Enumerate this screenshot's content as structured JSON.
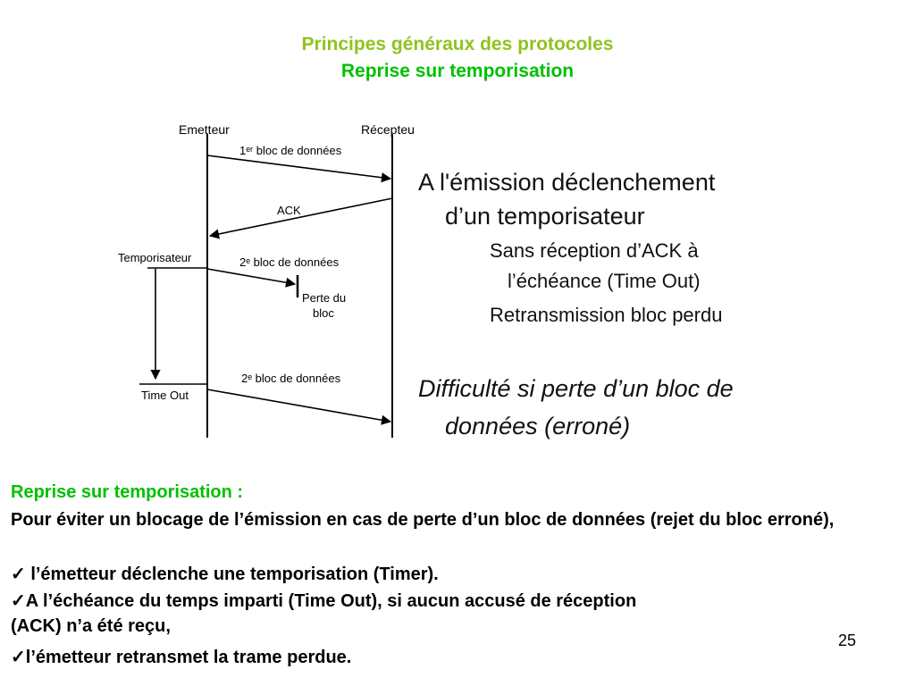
{
  "header": {
    "title": "Principes généraux des protocoles",
    "subtitle": "Reprise sur temporisation"
  },
  "diagram": {
    "emitter_label": "Emetteur",
    "receiver_label": "Récepteu",
    "msg1_label": "1ᵉʳ bloc de données",
    "ack_label": "ACK",
    "timer_label": "Temporisateur",
    "msg2_label": "2ᵉ bloc de données",
    "loss_line1": "Perte du",
    "loss_line2": "bloc",
    "timeout_label": "Time Out",
    "msg3_label": "2ᵉ bloc de données",
    "desc": {
      "line1": "A l'émission déclenchement",
      "line2": "d’un temporisateur",
      "line3": "Sans réception d’ACK à",
      "line4": "l’échéance (Time Out)",
      "line5": "Retransmission bloc perdu",
      "line6": "Difficulté si perte d’un bloc de",
      "line7": "données (erroné)"
    }
  },
  "content": {
    "heading": "Reprise sur temporisation :",
    "paragraph": "Pour éviter un blocage de l’émission en cas de perte d’un bloc de données (rejet du bloc erroné),",
    "bullet1": "✓ l’émetteur déclenche une temporisation (Timer).",
    "bullet2a": "✓A l’échéance du temps imparti (Time Out), si aucun accusé de réception",
    "bullet2b": "(ACK) n’a été reçu,",
    "bullet3": "✓l’émetteur retransmet la trame perdue."
  },
  "footer": {
    "page_number": "25"
  },
  "colors": {
    "title": "#8fc31f",
    "subtitle": "#00c000",
    "heading": "#00c000"
  }
}
